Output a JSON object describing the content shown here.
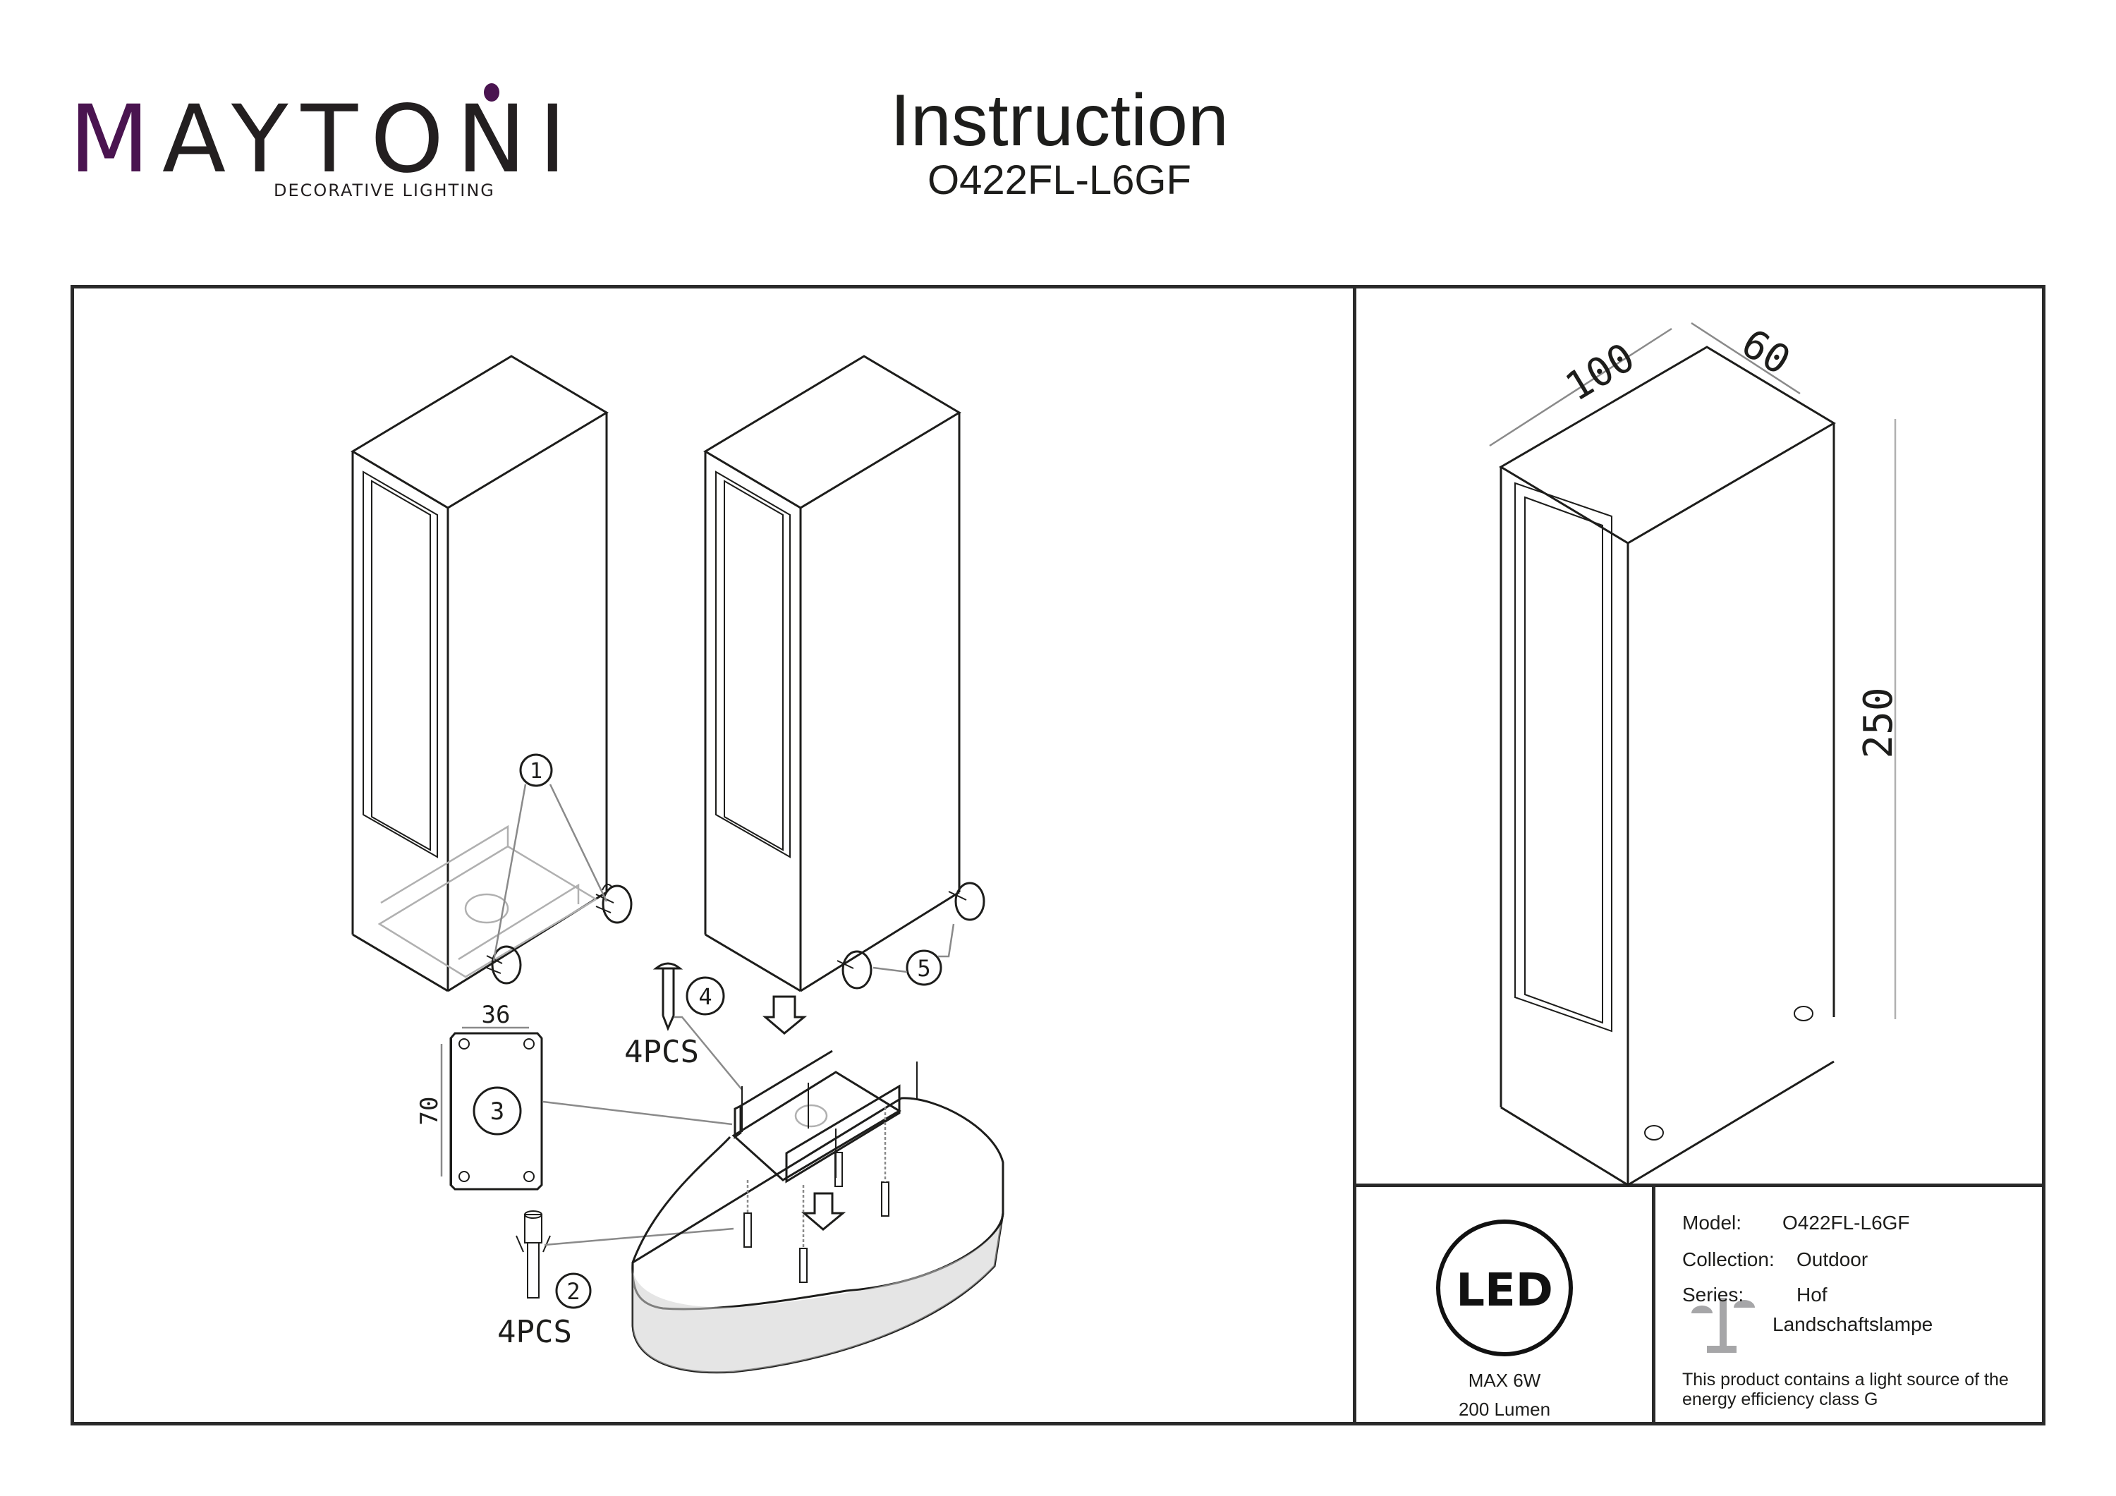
{
  "header": {
    "brand": "MAYTONI",
    "brand_tagline": "DECORATIVE LIGHTING",
    "title": "Instruction",
    "model_code": "O422FL-L6GF",
    "brand_accent_color": "#4a1450"
  },
  "assembly_drawing": {
    "callouts": [
      {
        "number": "1"
      },
      {
        "number": "2",
        "quantity": "4PCS"
      },
      {
        "number": "3"
      },
      {
        "number": "4",
        "quantity": "4PCS"
      },
      {
        "number": "5"
      }
    ],
    "mount_plate_dimensions": {
      "width": "36",
      "height": "70"
    },
    "direction_arrows": [
      "down-arrow-icon",
      "down-arrow-icon"
    ]
  },
  "dimension_drawing": {
    "length": "100",
    "width": "60",
    "height": "250"
  },
  "spec_panel": {
    "led_badge": "LED",
    "power": "MAX 6W",
    "luminous_flux": "200 Lumen",
    "rows": [
      {
        "label": "Model:",
        "value": "O422FL-L6GF"
      },
      {
        "label": "Collection:",
        "value": "Outdoor"
      },
      {
        "label": "Series:",
        "value": "Hof"
      }
    ],
    "category_icon": "landscape-lamp-icon",
    "category": "Landschaftslampe",
    "energy_note_line1": "This product contains a light source of the",
    "energy_note_line2": "energy efficiency class G"
  }
}
